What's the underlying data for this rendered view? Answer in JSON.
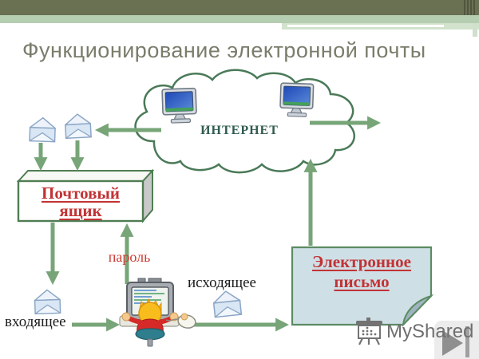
{
  "slide": {
    "title": "Функционирование электронной почты"
  },
  "diagram": {
    "internet_label": "ИНТЕРНЕТ",
    "mailbox": {
      "line1": "Почтовый",
      "line2": "ящик"
    },
    "email_letter": {
      "line1": "Электронное",
      "line2": "письмо"
    },
    "password_label": "пароль",
    "incoming_label": "входящее",
    "outgoing_label": "исходящее",
    "icons": [
      "cloud-icon",
      "computer-icon-left",
      "computer-icon-right",
      "envelope-icon-1",
      "envelope-icon-2",
      "envelope-icon-incoming",
      "envelope-icon-outgoing",
      "mailbox-3d-box",
      "folded-document-shape",
      "user-at-computer-clipart",
      "mouse-icon"
    ]
  },
  "watermark": {
    "brand": "MyShared",
    "icon": "presentation-board-icon",
    "color": "#6f6f6f"
  },
  "controls": {
    "next_button_icon": "next-slide-icon"
  },
  "colors": {
    "header_bar": "#6a7052",
    "header_band": "#b5cdb1",
    "header_band_light": "#d2e2cd",
    "title_text": "#797d6b",
    "arrow_green": "#77a578",
    "cloud_outline": "#4a7a58",
    "shape_border_green": "#4f7d52",
    "red_label": "#c23335",
    "black_label": "#1c1c1c",
    "internet_label": "#2f5b4e",
    "document_fill": "#cfdfe6",
    "watermark_gray": "#6f6f6f"
  }
}
